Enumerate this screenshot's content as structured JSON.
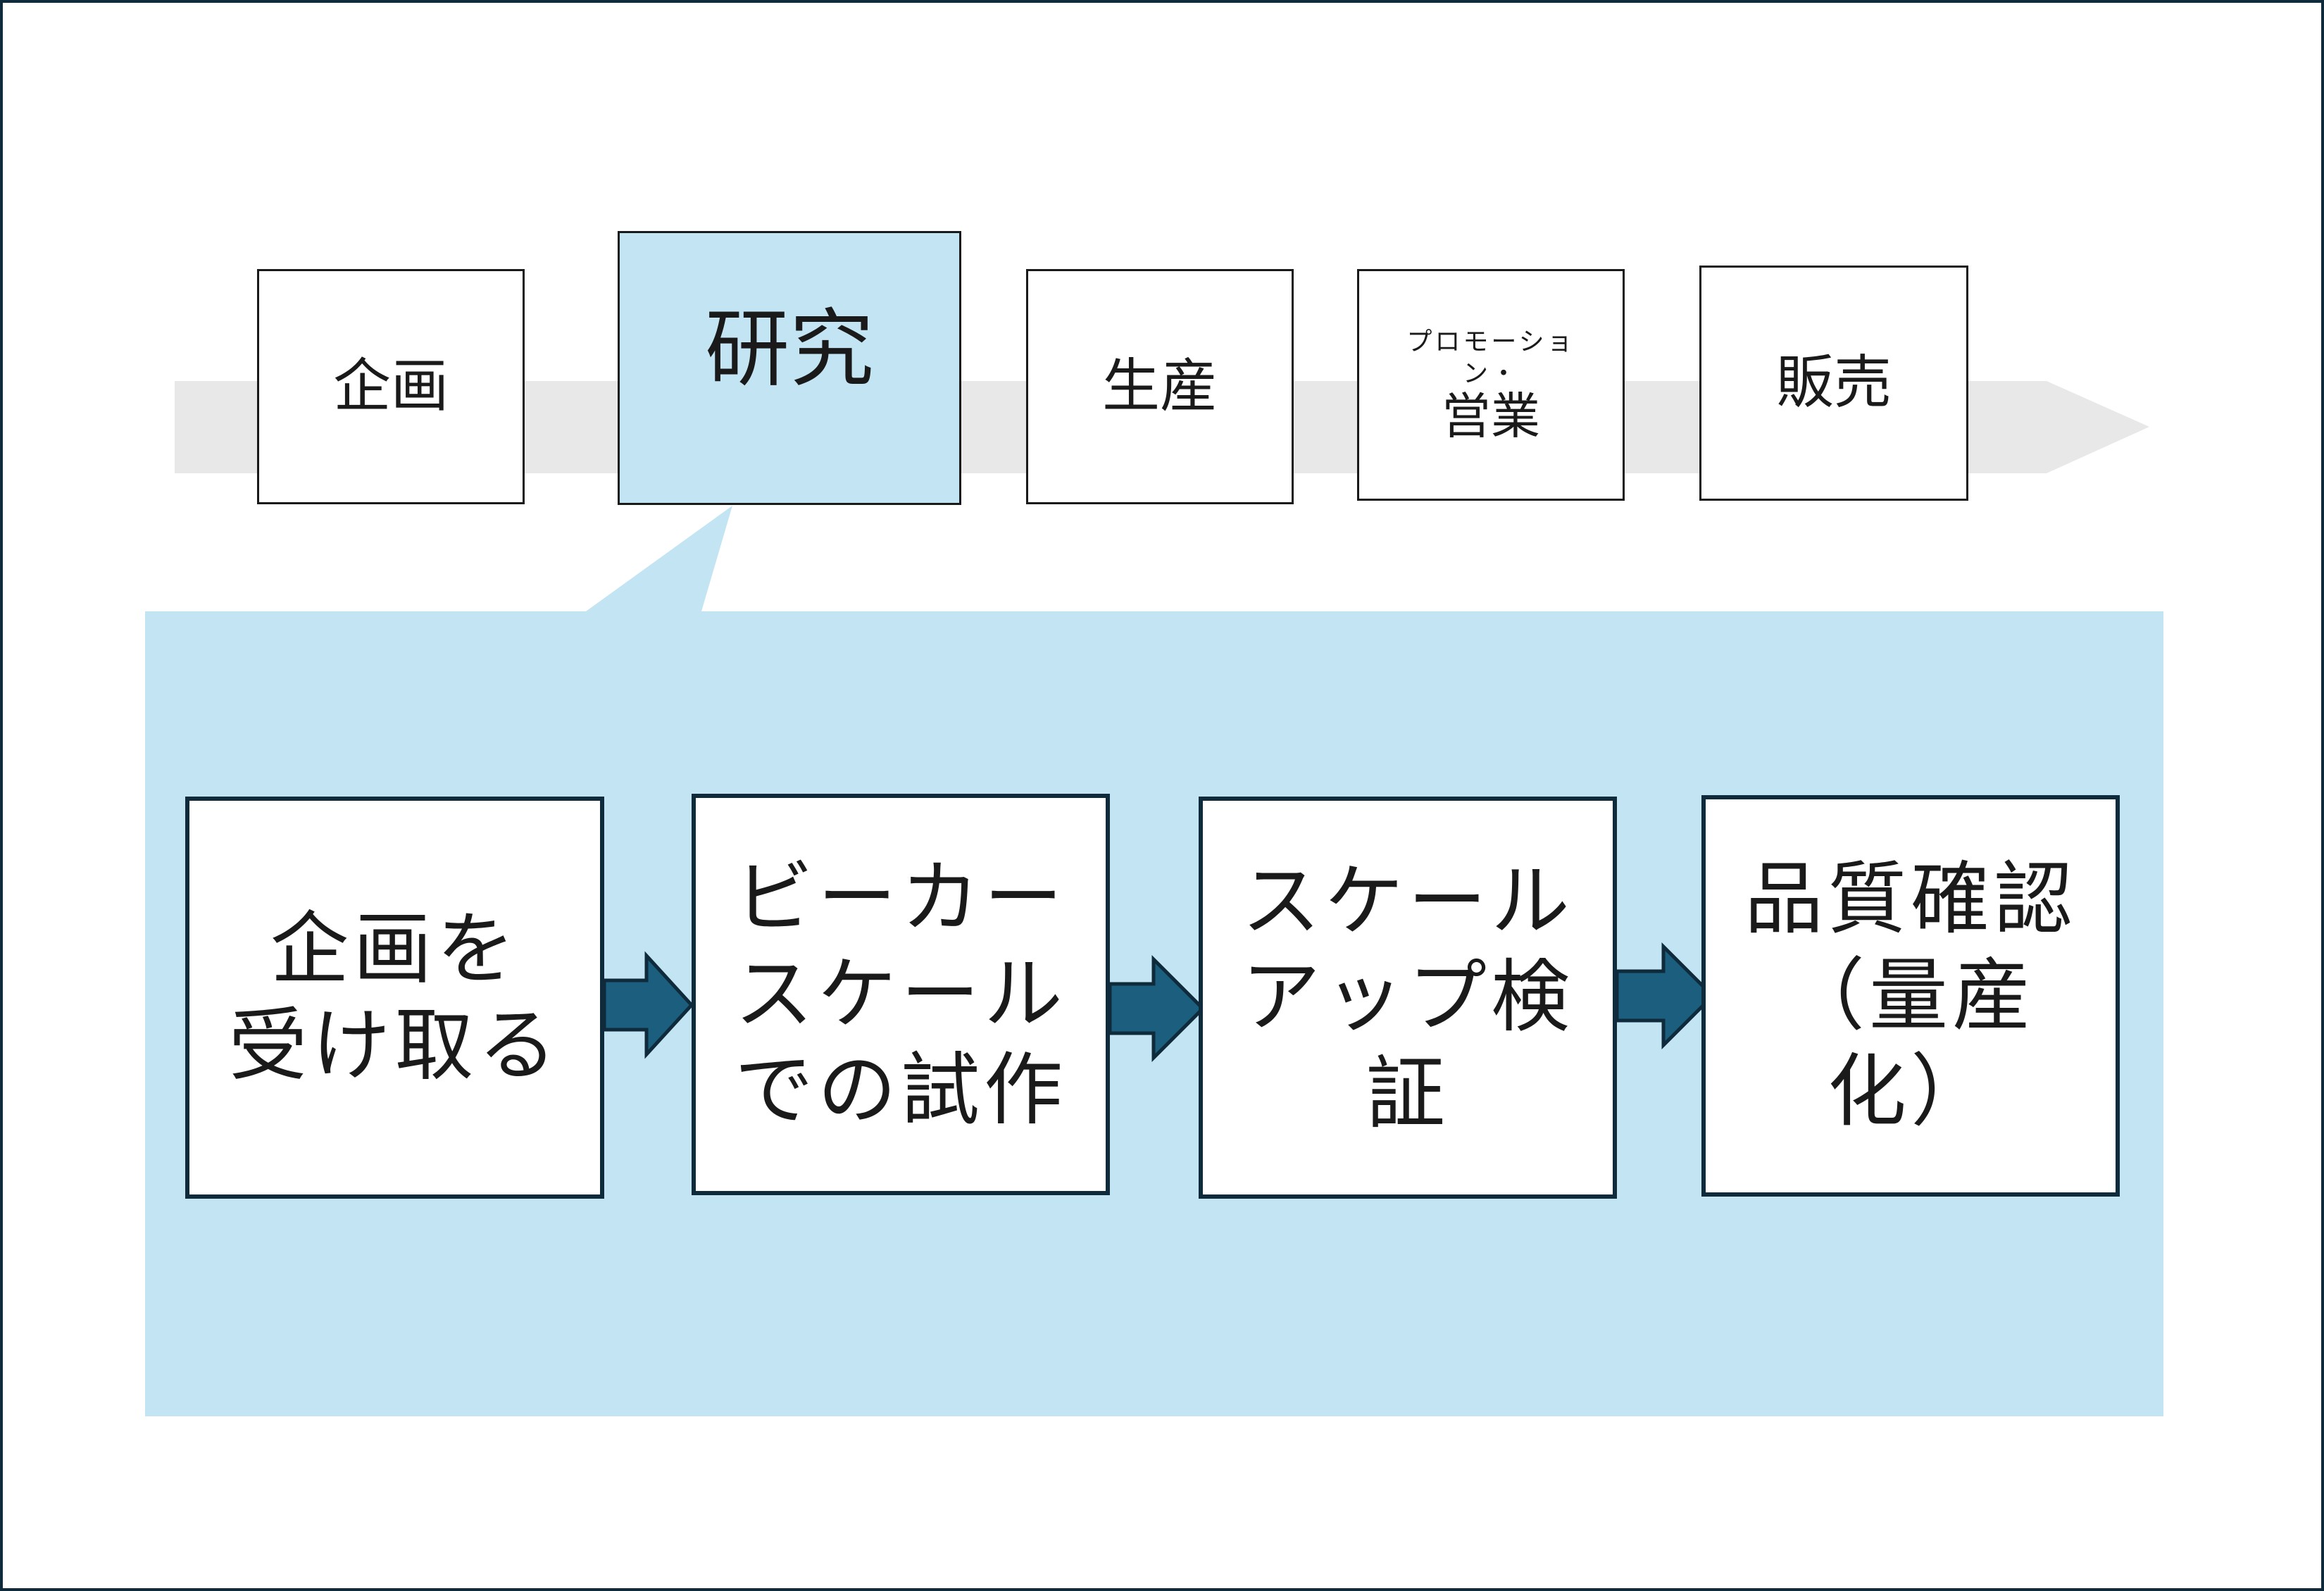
{
  "stages": [
    {
      "id": "planning",
      "lines": [
        "企画"
      ],
      "active": false
    },
    {
      "id": "research",
      "lines": [
        "研究"
      ],
      "active": true
    },
    {
      "id": "production",
      "lines": [
        "生産"
      ],
      "active": false
    },
    {
      "id": "promotion",
      "small_lines": [
        "プロモーショ",
        "ン・"
      ],
      "lines": [
        "営業"
      ],
      "active": false
    },
    {
      "id": "sales",
      "lines": [
        "販売"
      ],
      "active": false
    }
  ],
  "steps": [
    {
      "id": "receive-plan",
      "text": "企画を\n受け取る"
    },
    {
      "id": "beaker-trial",
      "text": "ビーカー\nスケール\nでの試作"
    },
    {
      "id": "scaleup-verify",
      "text": "スケール\nアップ検\n証"
    },
    {
      "id": "quality-check",
      "text": "品質確認\n（量産\n化）"
    }
  ],
  "colors": {
    "frame": "#0f2a3a",
    "timeline_band": "#e8e8e8",
    "highlight": "#c3e4f3",
    "arrow": "#1b5e7e",
    "step_border": "#0f2a3a"
  }
}
